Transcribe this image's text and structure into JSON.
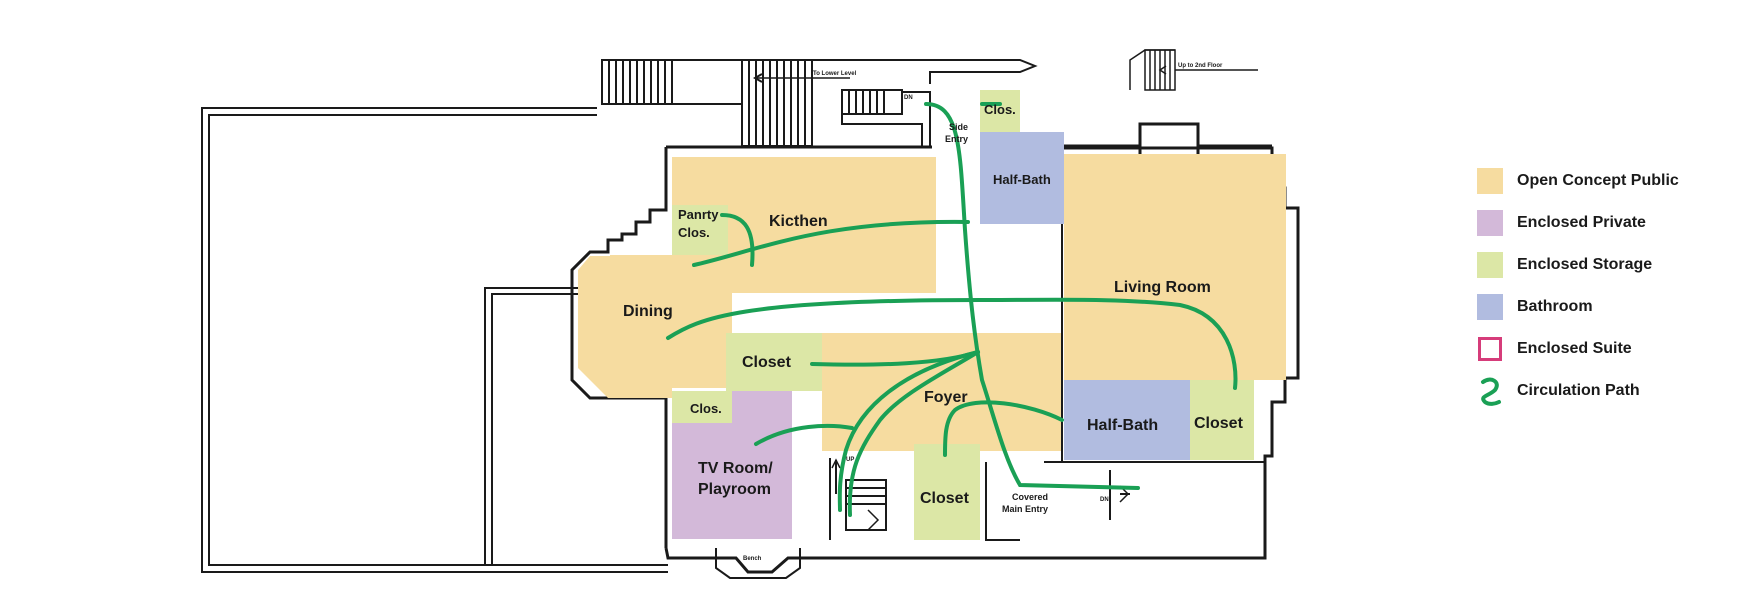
{
  "rooms": {
    "kitchen": "Kicthen",
    "pantry_line1": "Panrty",
    "pantry_line2": "Clos.",
    "dining": "Dining",
    "closet_center": "Closet",
    "clos_small": "Clos.",
    "tv_line1": "TV Room/",
    "tv_line2": "Playroom",
    "foyer": "Foyer",
    "closet_bottom": "Closet",
    "half_bath_top": "Half-Bath",
    "clos_top": "Clos.",
    "living_room": "Living Room",
    "half_bath_right": "Half-Bath",
    "closet_right": "Closet"
  },
  "annotations": {
    "side_entry_line1": "Side",
    "side_entry_line2": "Entry",
    "covered_line1": "Covered",
    "covered_line2": "Main Entry",
    "to_lower_level": "To Lower Level",
    "up_to_2nd": "Up to 2nd Floor",
    "dn_top": "DN",
    "dn_right": "DN",
    "up": "UP",
    "bench": "Bench"
  },
  "legend": {
    "items": [
      {
        "label": "Open Concept Public",
        "color": "#f6dca0"
      },
      {
        "label": "Enclosed Private",
        "color": "#d3b9d9"
      },
      {
        "label": "Enclosed Storage",
        "color": "#dce7a6"
      },
      {
        "label": "Bathroom",
        "color": "#b1bce0"
      },
      {
        "label": "Enclosed Suite",
        "color": "#d63c7a"
      },
      {
        "label": "Circulation Path",
        "color": "#1aa055"
      }
    ]
  },
  "colors": {
    "public": "#f6dca0",
    "private": "#d3b9d9",
    "storage": "#dce7a6",
    "bathroom": "#b1bce0",
    "circulation": "#1aa055",
    "wall": "#1a1a1a"
  }
}
